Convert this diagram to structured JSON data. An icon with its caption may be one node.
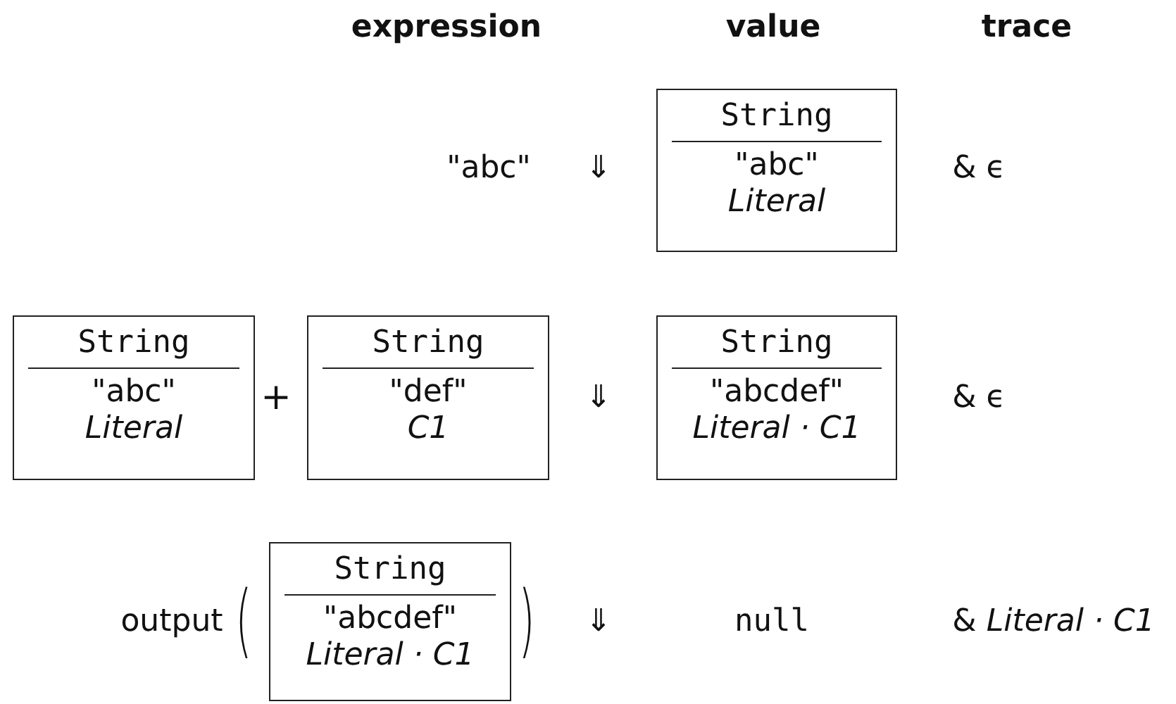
{
  "diagram": {
    "nodes": [
      {
        "text": [
          "String",
          "\"abc\"",
          "Literal"
        ]
      },
      {
        "text": [
          "String",
          "\"abc\"",
          "Literal"
        ]
      },
      {
        "text": [
          "String",
          "\"def\"",
          "C1"
        ]
      },
      {
        "text": [
          "String",
          "\"abcdef\"",
          "Literal · C1"
        ]
      },
      {
        "text": [
          "String",
          "\"abcdef\"",
          "Literal · C1"
        ]
      }
    ],
    "labels": [
      "expression",
      "value",
      "trace",
      "\"abc\"",
      "⇓",
      "& ϵ",
      "+",
      "⇓",
      "& ϵ",
      "output",
      "(",
      ")",
      "⇓",
      "null",
      "& *Literal · C1*"
    ]
  }
}
